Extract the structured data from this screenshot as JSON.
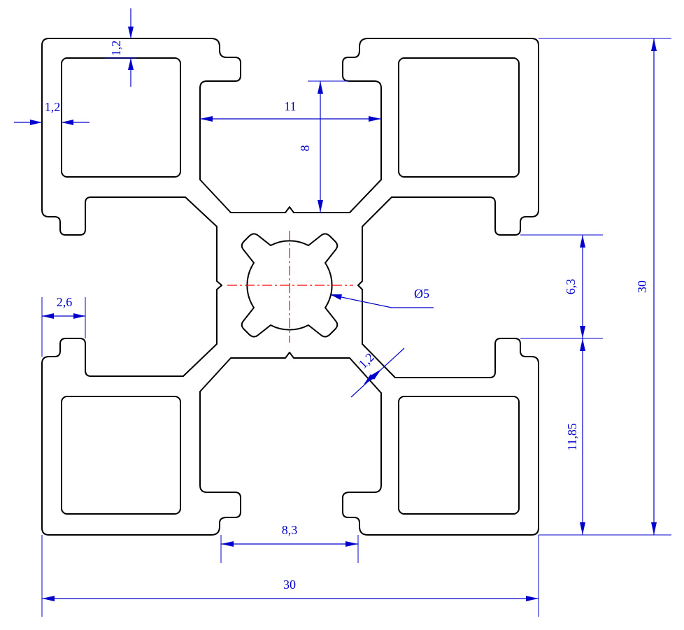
{
  "diagram": {
    "colors": {
      "outline": "#000000",
      "dimension": "#0000cc",
      "centerline": "#ff0000",
      "background": "#ffffff"
    },
    "dimensions": {
      "wall_top": "1,2",
      "wall_left": "1,2",
      "slot_width": "11",
      "slot_depth": "8",
      "bore_diameter": "Ø5",
      "tab_width": "2,6",
      "web_thickness": "1,2",
      "slot_opening_right": "6,3",
      "lip_height": "11,85",
      "height_total": "30",
      "slot_opening_bottom": "8,3",
      "width_total": "30"
    }
  }
}
